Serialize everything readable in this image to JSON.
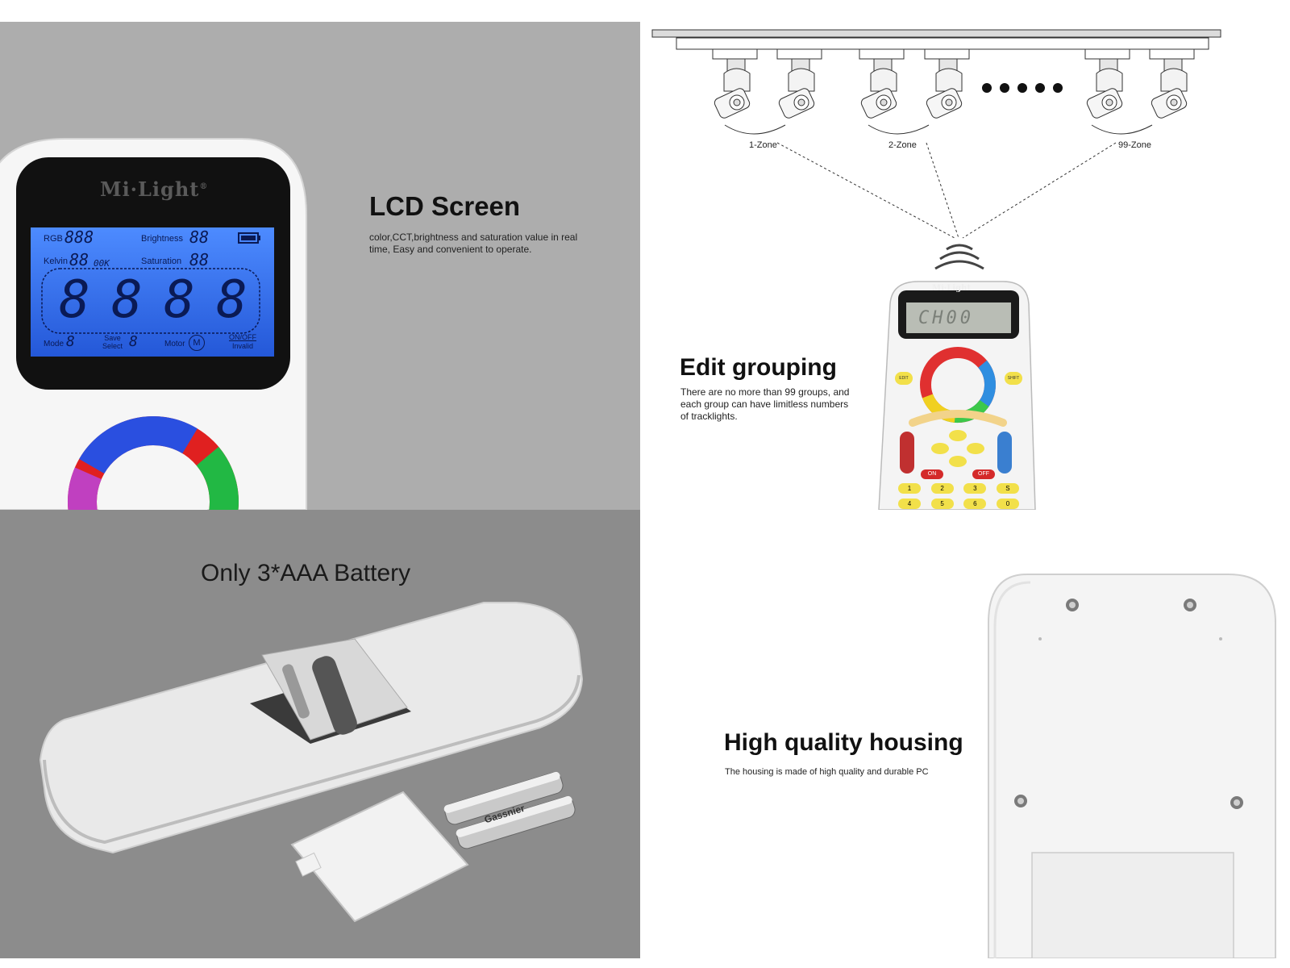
{
  "lcd_section": {
    "title": "LCD Screen",
    "description": "color,CCT,brightness and saturation value in real time, Easy and convenient to operate.",
    "brand": "Mi·Light",
    "brand_mark": "®",
    "screen": {
      "rgb_label": "RGB",
      "rgb_value": "888",
      "brightness_label": "Brightness",
      "brightness_value": "88",
      "kelvin_label": "Kelvin",
      "kelvin_value": "88",
      "kelvin_suffix": "00K",
      "saturation_label": "Saturation",
      "saturation_value": "88",
      "big_digits": [
        "8",
        "8",
        "8",
        "8"
      ],
      "mode_label": "Mode",
      "mode_value": "8",
      "save_label": "Save",
      "select_label": "Select",
      "select_value": "8",
      "motor_label": "Motor",
      "motor_symbol": "M",
      "onoff_label": "ON/OFF",
      "invalid_label": "Invalid"
    }
  },
  "battery_section": {
    "title": "Only 3*AAA Battery",
    "battery_brand": "Gassnier"
  },
  "grouping_section": {
    "title": "Edit grouping",
    "description": "There are no more than 99 groups, and each group can have limitless numbers of tracklights.",
    "zones": [
      "1-Zone",
      "2-Zone",
      "99-Zone"
    ],
    "remote_brand": "Mi·Light",
    "remote_display": "CH00",
    "buttons": {
      "edit": "EDIT",
      "shift": "SHIFT",
      "on": "ON",
      "off": "OFF",
      "keys_row1": [
        "1",
        "2",
        "3",
        "S"
      ],
      "keys_row2": [
        "4",
        "5",
        "6",
        "0"
      ]
    }
  },
  "housing_section": {
    "title": "High quality housing",
    "description": "The housing is made of high quality and durable PC"
  },
  "colors": {
    "lcd_panel_bg": "#adadad",
    "battery_panel_bg": "#8c8c8c",
    "lcd_blue": "#2f6bea",
    "remote_white": "#f4f4f4"
  }
}
